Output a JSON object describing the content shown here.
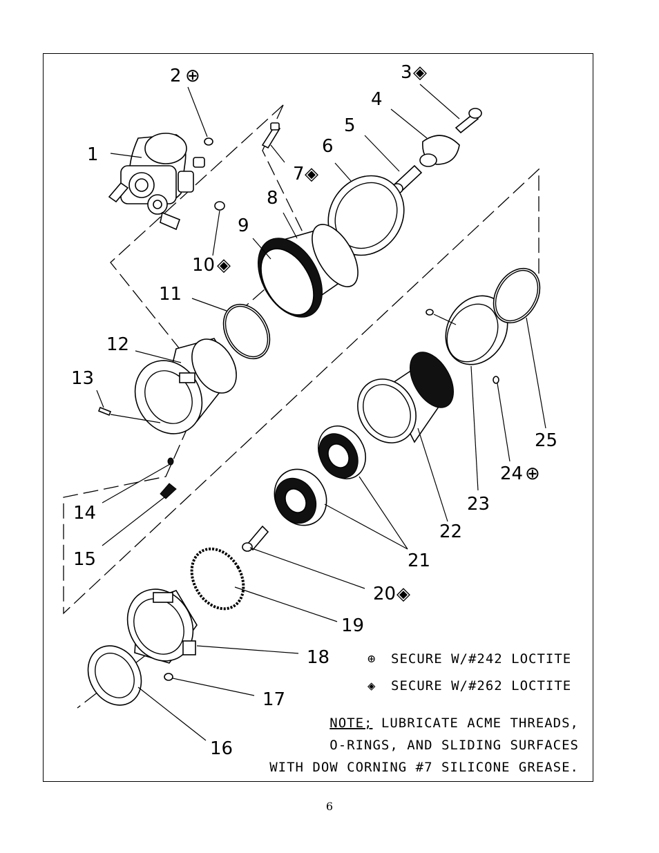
{
  "callouts": {
    "c1": "1",
    "c2": "2",
    "c3": "3",
    "c4": "4",
    "c5": "5",
    "c6": "6",
    "c7": "7",
    "c8": "8",
    "c9": "9",
    "c10": "10",
    "c11": "11",
    "c12": "12",
    "c13": "13",
    "c14": "14",
    "c15": "15",
    "c16": "16",
    "c17": "17",
    "c18": "18",
    "c19": "19",
    "c20": "20",
    "c21": "21",
    "c22": "22",
    "c23": "23",
    "c24": "24",
    "c25": "25"
  },
  "symbols": {
    "loctite242": "⊕",
    "loctite262": "◈"
  },
  "legend": {
    "line1": "SECURE W/#242 LOCTITE",
    "line2": "SECURE W/#262 LOCTITE"
  },
  "note": {
    "label": "NOTE;",
    "line1": " LUBRICATE ACME THREADS,",
    "line2": "O-RINGS, AND SLIDING SURFACES",
    "line3": "WITH DOW CORNING #7 SILICONE GREASE."
  },
  "page_number": "6"
}
